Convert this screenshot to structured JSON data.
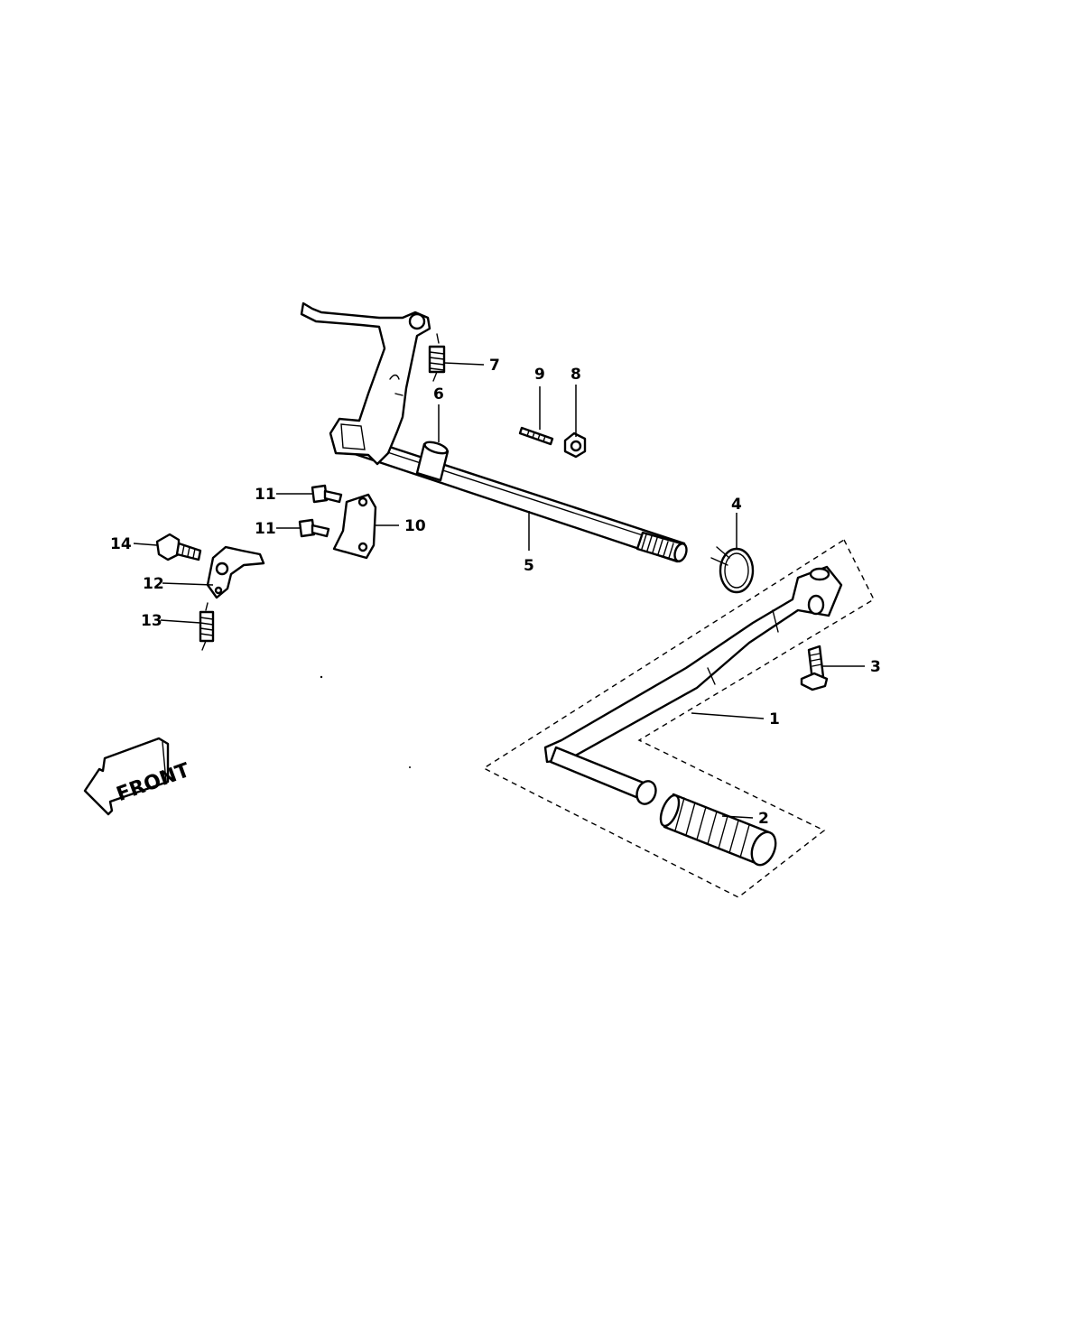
{
  "diagram": {
    "front_label": "FRONT",
    "callouts": {
      "c1": "1",
      "c2": "2",
      "c3": "3",
      "c4": "4",
      "c5": "5",
      "c6": "6",
      "c7": "7",
      "c8": "8",
      "c9": "9",
      "c10": "10",
      "c11a": "11",
      "c11b": "11",
      "c12": "12",
      "c13": "13",
      "c14": "14"
    }
  }
}
